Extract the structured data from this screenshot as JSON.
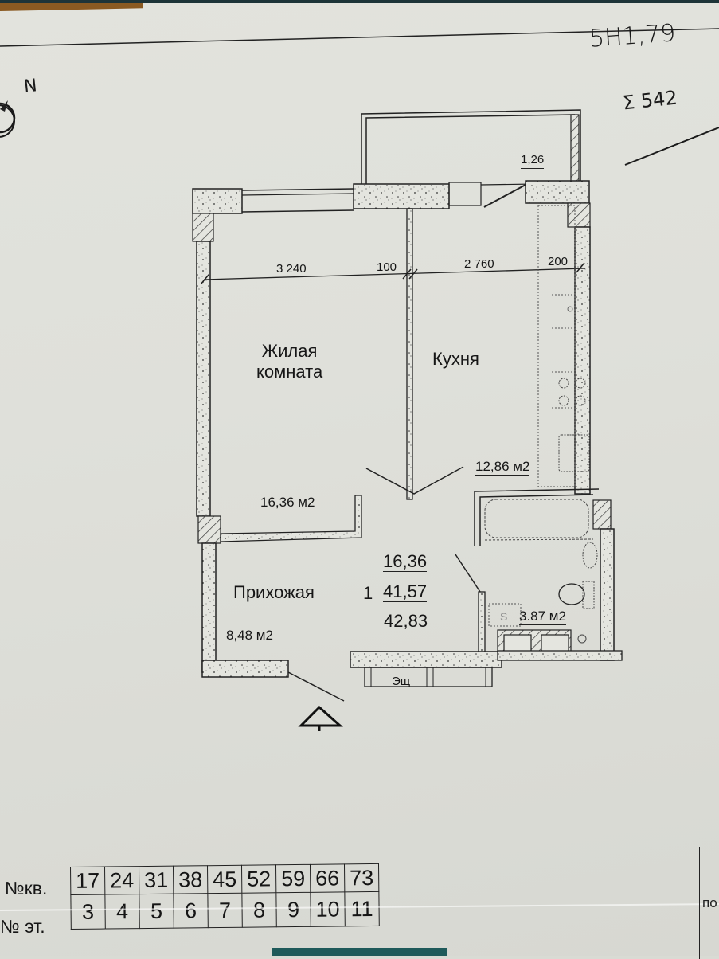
{
  "document": {
    "type": "apartment floor plan",
    "colors": {
      "paper": "#e0e1db",
      "ink": "#161616",
      "accent_bar": "#1f5a5a"
    }
  },
  "handwritten": {
    "top_value": "5Н1,79",
    "sum_note": "Σ 542"
  },
  "compass": {
    "label": "N"
  },
  "balcony": {
    "area": "1,26"
  },
  "dimensions": {
    "living_width": "3 240",
    "partition": "100",
    "kitchen_width": "2 760",
    "wall": "200"
  },
  "rooms": {
    "living": {
      "name_line1": "Жилая",
      "name_line2": "комната",
      "area": "16,36 м2"
    },
    "kitchen": {
      "name": "Кухня",
      "area": "12,86 м2"
    },
    "hall": {
      "name": "Прихожая",
      "area": "8,48 м2"
    },
    "bathroom": {
      "area": "3.87 м2",
      "washer_mark": "S"
    }
  },
  "summary": {
    "rooms_count": "1",
    "living_area": "16,36",
    "total_area": "41,57",
    "total_with_balcony": "42,83"
  },
  "shaft_label": "Эщ",
  "table": {
    "apt_label": "№кв.",
    "floor_label": "№ эт.",
    "apartments": [
      "17",
      "24",
      "31",
      "38",
      "45",
      "52",
      "59",
      "66",
      "73"
    ],
    "floors": [
      "3",
      "4",
      "5",
      "6",
      "7",
      "8",
      "9",
      "10",
      "11"
    ]
  },
  "side_fragment": "по"
}
